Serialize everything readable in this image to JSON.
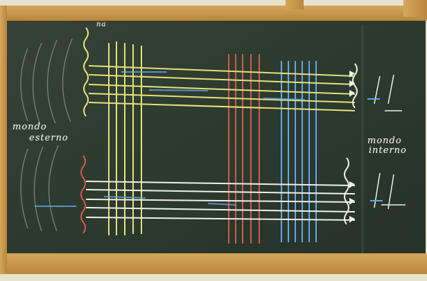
{
  "labels": {
    "left_title_line1": "mondo",
    "left_title_line2": "esterno",
    "right_title_line1": "mondo",
    "right_title_line2": "interno",
    "left_orange_note": "",
    "right_orange_note": "",
    "top_vertical_note": "na"
  },
  "colors": {
    "board": "#2f3b30",
    "frame": "#c99a4e",
    "chalk_white": "#f2f0e6",
    "chalk_yellow": "#e6e27a",
    "chalk_blue": "#63a8e6",
    "chalk_red": "#d45a4a",
    "chalk_orange": "#d87a4a"
  }
}
